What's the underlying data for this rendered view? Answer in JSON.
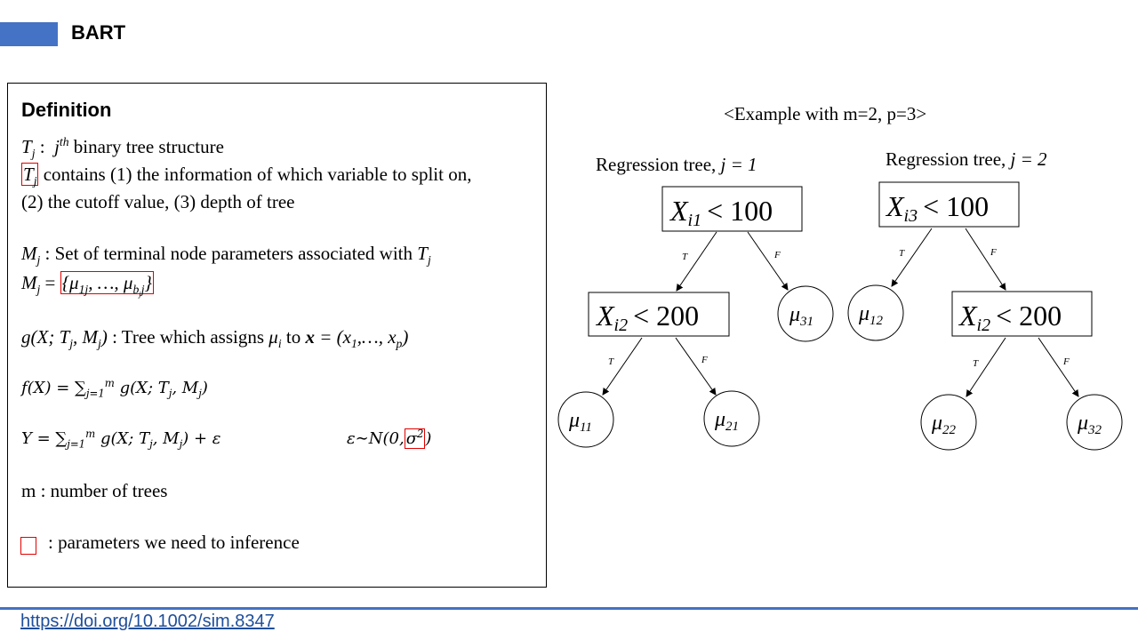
{
  "slide": {
    "title": "BART",
    "doi": "https://doi.org/10.1002/sim.8347"
  },
  "definition": {
    "heading": "Definition",
    "t_text": "binary tree structure",
    "t_contains_1": "contains (1) the information of which variable to split on,",
    "t_contains_2": "(2) the cutoff value, (3) depth of tree",
    "m_text": ": Set of terminal node parameters associated with",
    "g_text": ": Tree which assigns",
    "g_to": "to",
    "m_trees": "m : number of trees",
    "legend_text": ": parameters we need to inference"
  },
  "example": {
    "title": "<Example with m=2, p=3>",
    "trees": [
      {
        "title_text": "Regression tree,",
        "j_label": "j = 1",
        "root": {
          "var": "X",
          "sub": "i1",
          "op": "< 100"
        },
        "internal": {
          "var": "X",
          "sub": "i2",
          "op": "< 200"
        },
        "leaves": [
          "11",
          "21",
          "31"
        ]
      },
      {
        "title_text": "Regression tree,",
        "j_label": "j = 2",
        "root": {
          "var": "X",
          "sub": "i3",
          "op": "< 100"
        },
        "internal": {
          "var": "X",
          "sub": "i2",
          "op": "< 200"
        },
        "leaves": [
          "12",
          "22",
          "32"
        ]
      }
    ],
    "edge_true": "T",
    "edge_false": "F",
    "leaf_symbol": "μ"
  },
  "colors": {
    "accent": "#4472c4",
    "highlight": "#e00000",
    "link": "#1f4e9a"
  }
}
